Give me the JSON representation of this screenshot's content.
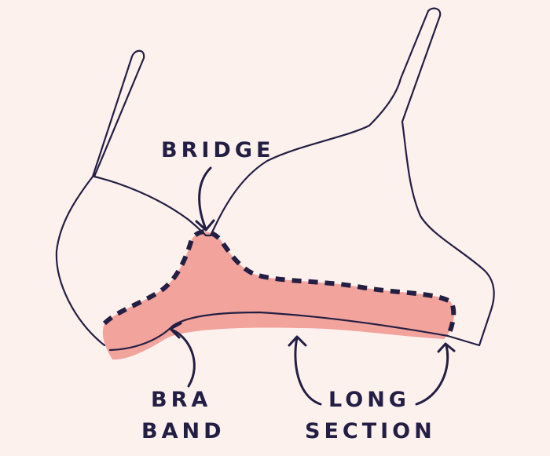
{
  "labels": {
    "bridge": "BRIDGE",
    "bra_band_line1": "BRA",
    "bra_band_line2": "BAND",
    "long_section_line1": "LONG",
    "long_section_line2": "SECTION"
  },
  "colors": {
    "background": "#fdf1ee",
    "outline": "#231f44",
    "highlight": "#f2a39c"
  }
}
